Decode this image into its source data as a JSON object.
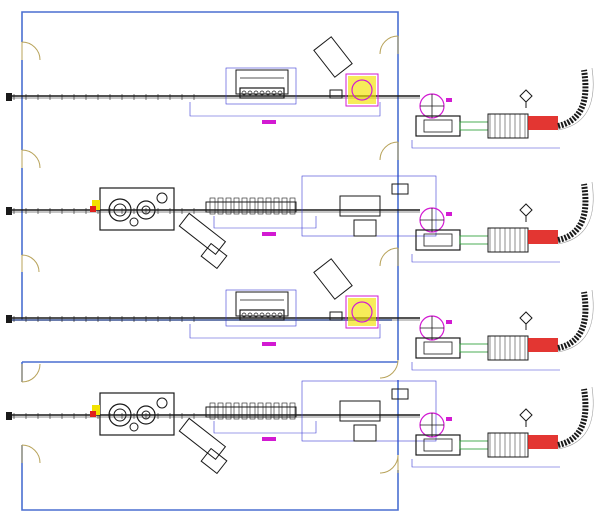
{
  "drawing": {
    "colors": {
      "wall": "#4a6fd1",
      "door": "#b8a35a",
      "machine": "#1a1a1a",
      "dimension": "#3b3bd6",
      "accent_magenta": "#d21ad2",
      "accent_yellow": "#f2e200",
      "accent_red": "#e0201c",
      "accent_green": "#1f9a2a",
      "accent_gray": "#9a9a9a"
    },
    "lines": [
      {
        "id": "line-1",
        "type": "wire-machine",
        "turret": "tilted",
        "winder": "spool"
      },
      {
        "id": "line-2",
        "type": "wire-machine",
        "turret": "gearbox",
        "winder": "spool"
      },
      {
        "id": "line-3",
        "type": "wire-machine",
        "turret": "tilted",
        "winder": "spool"
      },
      {
        "id": "line-4",
        "type": "wire-machine",
        "turret": "gearbox",
        "winder": "spool"
      }
    ]
  }
}
